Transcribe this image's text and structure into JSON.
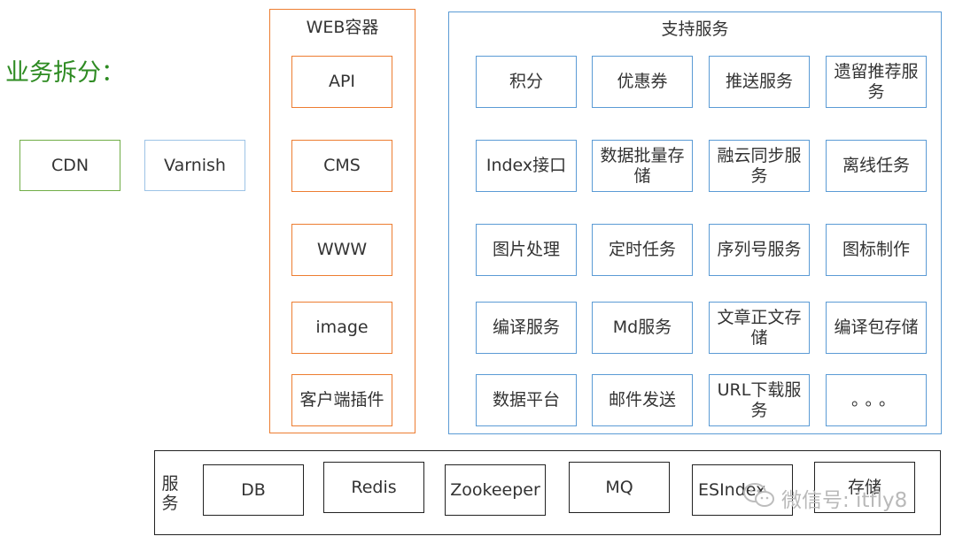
{
  "heading": "业务拆分：",
  "edge": {
    "cdn": "CDN",
    "varnish": "Varnish"
  },
  "web_container": {
    "title": "WEB容器",
    "items": [
      "API",
      "CMS",
      "WWW",
      "image",
      "客户端插件"
    ]
  },
  "support_services": {
    "title": "支持服务",
    "items": [
      "积分",
      "优惠券",
      "推送服务",
      "遗留推荐服务",
      "Index接口",
      "数据批量存储",
      "融云同步服务",
      "离线任务",
      "图片处理",
      "定时任务",
      "序列号服务",
      "图标制作",
      "编译服务",
      "Md服务",
      "文章正文存储",
      "编译包存储",
      "数据平台",
      "邮件发送",
      "URL下载服务",
      "。。。"
    ]
  },
  "services_bar": {
    "label": "服务",
    "items": [
      "DB",
      "Redis",
      "Zookeeper",
      "MQ",
      "ESIndex",
      "存储"
    ]
  },
  "watermark": {
    "text": "微信号: itfly8",
    "icon": "wechat-icon"
  },
  "colors": {
    "heading": "#2e8b22",
    "web": "#ed7d31",
    "support": "#5b9bd5",
    "cdn": "#70ad47",
    "varnish": "#9dc3e6"
  }
}
